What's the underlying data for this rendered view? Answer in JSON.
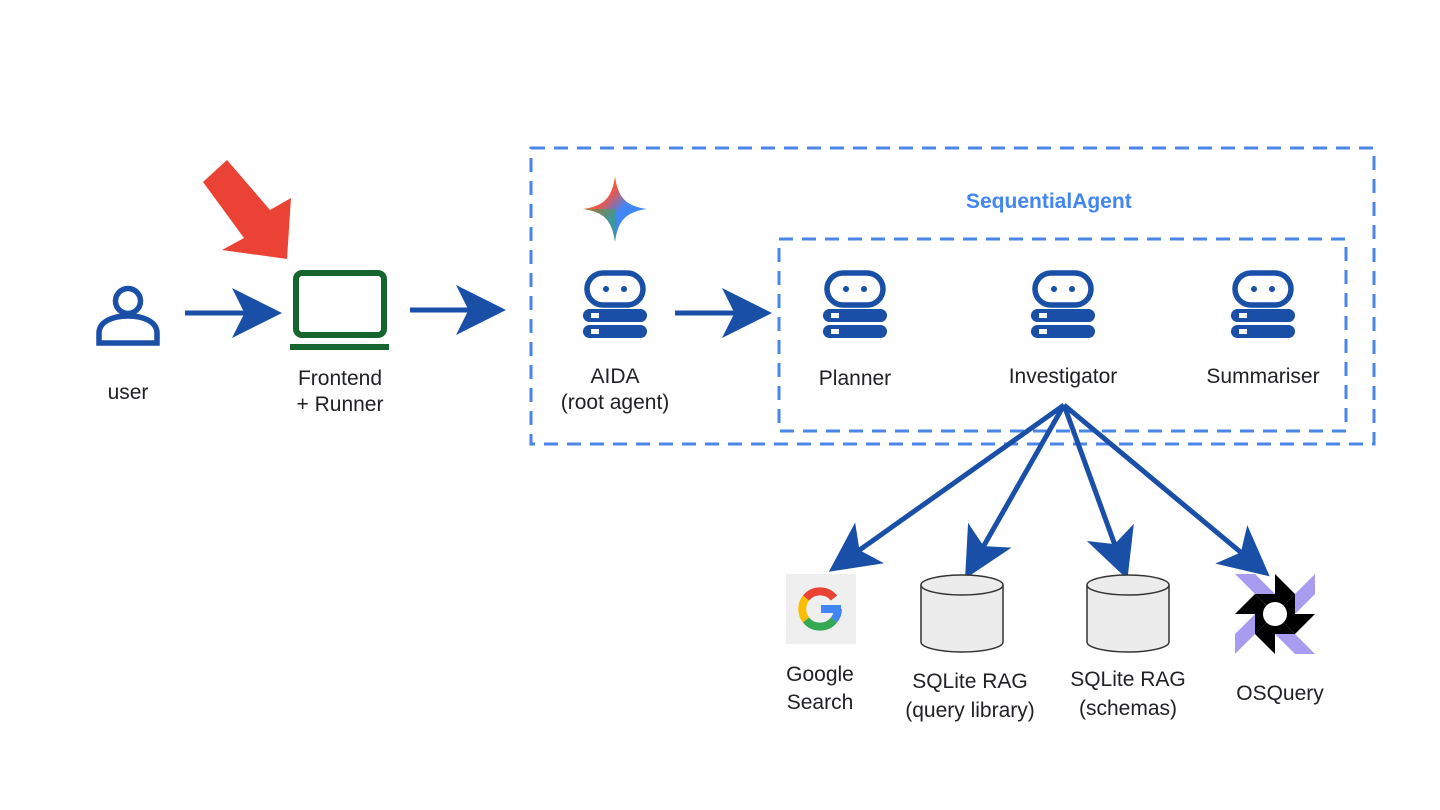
{
  "diagram": {
    "colors": {
      "primary_blue": "#1a4fa8",
      "dashed_blue": "#4a86e8",
      "frontend_green": "#17652e",
      "highlight_red": "#ea4335",
      "db_fill": "#ececec",
      "osquery_purple": "#a79cf0"
    },
    "nodes": {
      "user": {
        "label": "user",
        "icon": "person-icon"
      },
      "frontend": {
        "label_line1": "Frontend",
        "label_line2": "+ Runner",
        "icon": "laptop-icon"
      },
      "aida": {
        "label_line1": "AIDA",
        "label_line2": "(root agent)",
        "icon": "agent-icon",
        "badge_icon": "gemini-sparkle-icon"
      },
      "planner": {
        "label": "Planner",
        "icon": "agent-icon"
      },
      "investigator": {
        "label": "Investigator",
        "icon": "agent-icon"
      },
      "summariser": {
        "label": "Summariser",
        "icon": "agent-icon"
      },
      "google_search": {
        "label_line1": "Google",
        "label_line2": "Search",
        "icon": "google-g-icon"
      },
      "sqlite_query_library": {
        "label_line1": "SQLite RAG",
        "label_line2": "(query library)",
        "icon": "database-icon"
      },
      "sqlite_schemas": {
        "label_line1": "SQLite RAG",
        "label_line2": "(schemas)",
        "icon": "database-icon"
      },
      "osquery": {
        "label": "OSQuery",
        "icon": "osquery-logo-icon"
      }
    },
    "groups": {
      "root_group": {
        "label": ""
      },
      "sequential_agent": {
        "label": "SequentialAgent"
      }
    },
    "edges": [
      {
        "from": "user",
        "to": "frontend"
      },
      {
        "from": "frontend",
        "to": "aida"
      },
      {
        "from": "aida",
        "to": "sequential_agent"
      },
      {
        "from": "investigator",
        "to": "google_search"
      },
      {
        "from": "investigator",
        "to": "sqlite_query_library"
      },
      {
        "from": "investigator",
        "to": "sqlite_schemas"
      },
      {
        "from": "investigator",
        "to": "osquery"
      }
    ],
    "highlight": {
      "target": "frontend",
      "icon": "highlight-arrow-icon"
    }
  }
}
